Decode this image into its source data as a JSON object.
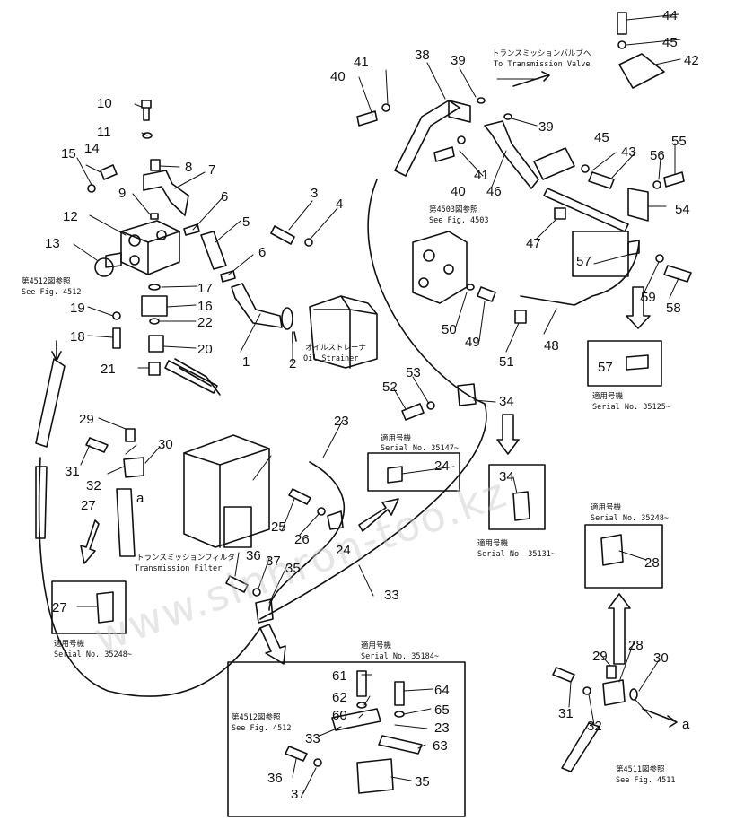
{
  "watermark": "www.sinhron-too.kz",
  "labels": {
    "n1": "1",
    "n2": "2",
    "n3": "3",
    "n4": "4",
    "n5": "5",
    "n6a": "6",
    "n6b": "6",
    "n7": "7",
    "n8": "8",
    "n9": "9",
    "n10": "10",
    "n11": "11",
    "n12": "12",
    "n13": "13",
    "n14": "14",
    "n15": "15",
    "n16": "16",
    "n17": "17",
    "n18": "18",
    "n19": "19",
    "n20": "20",
    "n21": "21",
    "n22": "22",
    "n23a": "23",
    "n23b": "23",
    "n24a": "24",
    "n24b": "24",
    "n25": "25",
    "n26": "26",
    "n27a": "27",
    "n27b": "27",
    "n28a": "28",
    "n28b": "28",
    "n29a": "29",
    "n29b": "29",
    "n30a": "30",
    "n30b": "30",
    "n31a": "31",
    "n31b": "31",
    "n32a": "32",
    "n32b": "32",
    "n33a": "33",
    "n33b": "33",
    "n34a": "34",
    "n34b": "34",
    "n35a": "35",
    "n35b": "35",
    "n36a": "36",
    "n36b": "36",
    "n37a": "37",
    "n37b": "37",
    "n38": "38",
    "n39a": "39",
    "n39b": "39",
    "n40a": "40",
    "n40b": "40",
    "n41a": "41",
    "n41b": "41",
    "n42": "42",
    "n43": "43",
    "n44": "44",
    "n45a": "45",
    "n45b": "45",
    "n46": "46",
    "n47": "47",
    "n48": "48",
    "n49": "49",
    "n50": "50",
    "n51": "51",
    "n52": "52",
    "n53": "53",
    "n54": "54",
    "n55": "55",
    "n56": "56",
    "n57a": "57",
    "n57b": "57",
    "n58": "58",
    "n59": "59",
    "n60": "60",
    "n61": "61",
    "n62": "62",
    "n63": "63",
    "n64": "64",
    "n65": "65",
    "a1": "a",
    "a2": "a"
  },
  "notes": {
    "to_valve_jp": "トランスミッションバルブへ",
    "to_valve_en": "To Transmission Valve",
    "fig4503_jp": "第4503図参照",
    "fig4503_en": "See Fig. 4503",
    "fig4512_jp": "第4512図参照",
    "fig4512_en": "See Fig. 4512",
    "strainer_jp": "オイルストレーナ",
    "strainer_en": "Oil Strainer",
    "filter_jp": "トランスミッションフィルタ",
    "filter_en": "Transmission Filter",
    "applic_jp": "適用号機",
    "serial_35125": "Serial No. 35125~",
    "serial_35147": "Serial No. 35147~",
    "serial_35131": "Serial No. 35131~",
    "serial_35248a": "Serial No. 35248~",
    "serial_35248b": "Serial No. 35248~",
    "serial_35184": "Serial No. 35184~",
    "fig4512b_jp": "第4512図参照",
    "fig4512b_en": "See Fig. 4512",
    "fig4511_jp": "第4511図参照",
    "fig4511_en": "See Fig. 4511"
  }
}
